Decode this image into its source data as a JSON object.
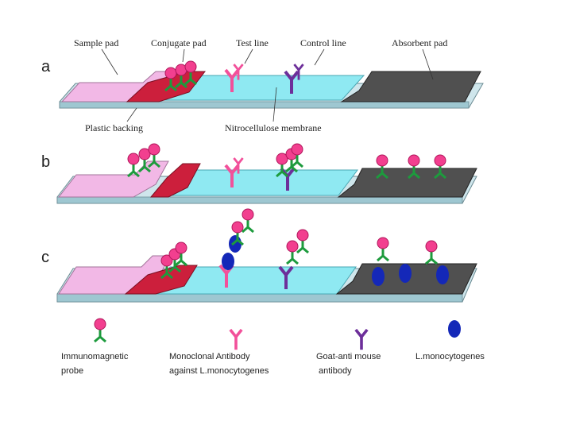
{
  "panels": [
    {
      "id": "a",
      "label": "a"
    },
    {
      "id": "b",
      "label": "b"
    },
    {
      "id": "c",
      "label": "c"
    }
  ],
  "top_labels": {
    "sample_pad": "Sample pad",
    "conjugate_pad": "Conjugate pad",
    "test_line": "Test line",
    "control_line": "Control line",
    "absorbent_pad": "Absorbent pad"
  },
  "bottom_labels": {
    "plastic_backing": "Plastic backing",
    "nitrocellulose": "Nitrocellulose membrane"
  },
  "legend": [
    {
      "key": "probe",
      "line1": "Immunomagnetic",
      "line2": "probe"
    },
    {
      "key": "mab",
      "line1": "Monoclonal Antibody",
      "line2": "against L.monocytogenes"
    },
    {
      "key": "goat",
      "line1": "Goat-anti mouse",
      "line2": "antibody"
    },
    {
      "key": "bacteria",
      "line1": "L.monocytogenes",
      "line2": ""
    }
  ],
  "colors": {
    "sample_pad": "#f2b8e6",
    "conjugate_pad": "#cc1f3c",
    "membrane": "#8fe9f2",
    "absorbent": "#505050",
    "backing": "#bfe3ea",
    "probe_bead": "#f23f8f",
    "probe_stem": "#1d9b3d",
    "test_antibody": "#f2509a",
    "control_antibody": "#6d2f9a",
    "bacteria": "#1428b8"
  }
}
